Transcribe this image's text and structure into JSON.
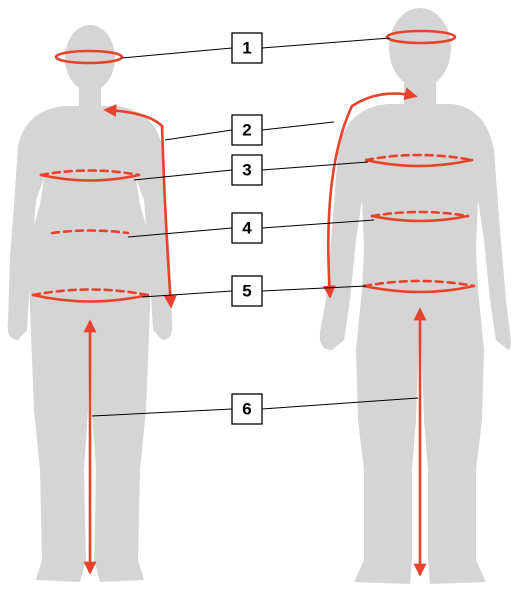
{
  "colors": {
    "silhouette": "#d5d5d5",
    "measure_line": "#e8412c",
    "leader_line": "#000000",
    "label_box_fill": "#ffffff",
    "label_box_border": "#000000"
  },
  "figures": [
    "female",
    "male"
  ],
  "labels": [
    {
      "number": "1",
      "measure": "head"
    },
    {
      "number": "2",
      "measure": "arm"
    },
    {
      "number": "3",
      "measure": "chest"
    },
    {
      "number": "4",
      "measure": "waist"
    },
    {
      "number": "5",
      "measure": "hip"
    },
    {
      "number": "6",
      "measure": "inseam"
    }
  ]
}
